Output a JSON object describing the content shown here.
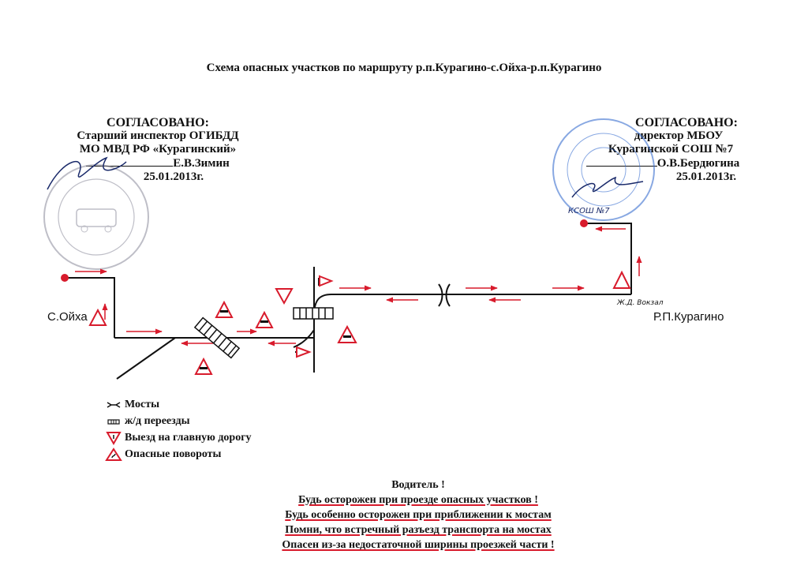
{
  "title": "Схема опасных участков по маршруту р.п.Курагино-с.Ойха-р.п.Курагино",
  "approval_left": {
    "heading": "СОГЛАСОВАНО:",
    "line1": "Старший инспектор ОГИБДД",
    "line2": "МО МВД РФ «Курагинский»",
    "name": "Е.В.Зимин",
    "date": "25.01.2013г."
  },
  "approval_right": {
    "heading": "СОГЛАСОВАНО:",
    "line1": "директор МБОУ",
    "line2": "Курагинской СОШ №7",
    "name": "О.В.Бердюгина",
    "date": "25.01.2013г."
  },
  "places": {
    "start": "С.Ойха",
    "end": "Р.П.Курагино",
    "station": "Ж.Д. Вокзал",
    "school_mark": "КСОШ №7"
  },
  "legend": [
    {
      "icon": "bridge-icon",
      "label": "Мосты"
    },
    {
      "icon": "railway-crossing-icon",
      "label": "ж/д переезды"
    },
    {
      "icon": "yield-sign-icon",
      "label": "Выезд на главную дорогу"
    },
    {
      "icon": "dangerous-turn-icon",
      "label": "Опасные повороты"
    }
  ],
  "warning": {
    "heading": "Водитель !",
    "lines": [
      "Будь осторожен при проезде опасных участков !",
      "Будь особенно осторожен при приближении к мостам",
      "Помни, что встречный разъезд транспорта на мостах",
      "Опасен из-за недостаточной ширины проезжей части !"
    ]
  },
  "colors": {
    "ink": "#111111",
    "accent": "#d81b2c",
    "stamp_left": "#8a8a9a",
    "stamp_right": "#3a6fd0"
  }
}
